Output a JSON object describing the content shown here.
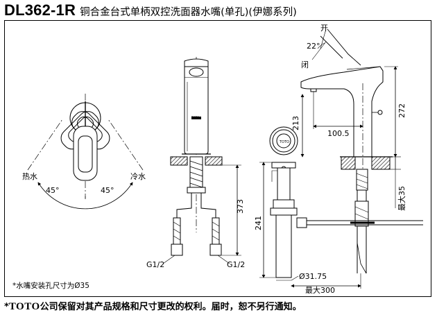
{
  "header": {
    "model": "DL362-1R",
    "description": "铜合金台式单柄双控洗面器水嘴(单孔)(伊娜系列)"
  },
  "top_view": {
    "hot_label": "热水",
    "cold_label": "冷水",
    "angle_left": "45°",
    "angle_right": "45°"
  },
  "front_view": {
    "brand_mark": "TOTO",
    "height_label": "373",
    "inlet_left": "G1/2",
    "inlet_right": "G1/2"
  },
  "side_view": {
    "open_label": "开",
    "close_label": "闭",
    "angle": "22°",
    "spout_height": "213",
    "reach": "100.5",
    "total_height": "272",
    "max_deck": "最大35",
    "drain_height": "241",
    "drain_diameter": "Ø31.75",
    "max_length": "最大300",
    "drain_mark": "TOTO"
  },
  "note": "*水嘴安装孔尺寸为Ø35",
  "footer": {
    "prefix": "*",
    "brand": "TOTO",
    "text": "公司保留对其产品规格和尺寸更改的权利。届时，恕不另行通知。"
  }
}
